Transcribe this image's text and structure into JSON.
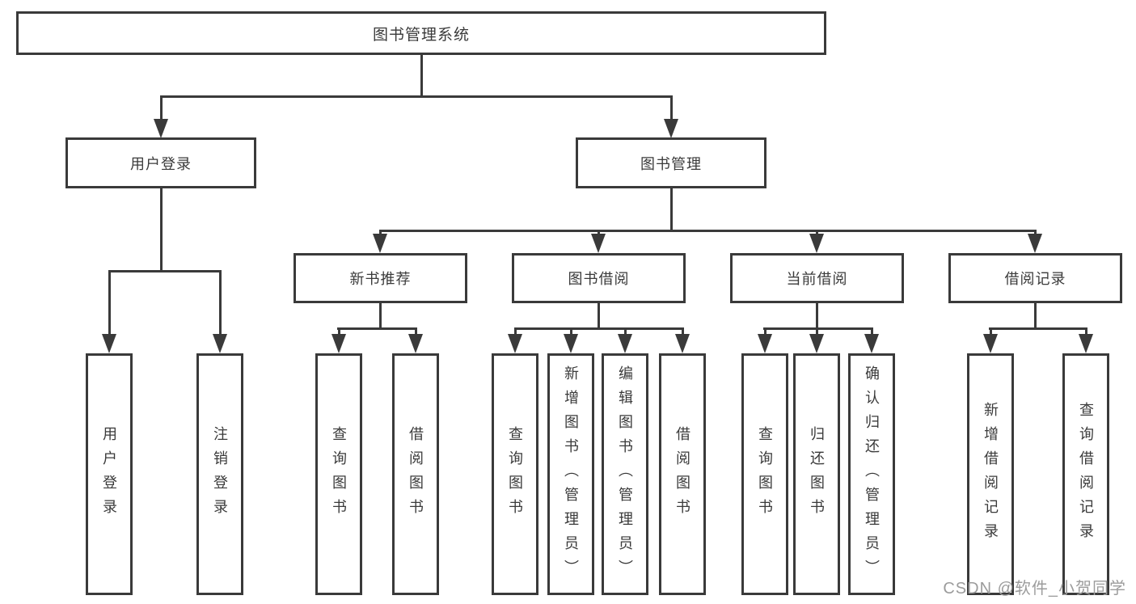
{
  "diagram": {
    "title_node": {
      "label": "图书管理系统"
    },
    "branches": [
      {
        "label": "用户登录",
        "leaves": [
          {
            "label": "用户登录"
          },
          {
            "label": "注销登录"
          }
        ]
      },
      {
        "label": "图书管理",
        "sections": [
          {
            "label": "新书推荐",
            "leaves": [
              {
                "label": "查询图书"
              },
              {
                "label": "借阅图书"
              }
            ]
          },
          {
            "label": "图书借阅",
            "leaves": [
              {
                "label": "查询图书"
              },
              {
                "label": "新增图书（管理员）"
              },
              {
                "label": "编辑图书（管理员）"
              },
              {
                "label": "借阅图书"
              }
            ]
          },
          {
            "label": "当前借阅",
            "leaves": [
              {
                "label": "查询图书"
              },
              {
                "label": "归还图书"
              },
              {
                "label": "确认归还（管理员）"
              }
            ]
          },
          {
            "label": "借阅记录",
            "leaves": [
              {
                "label": "新增借阅记录"
              },
              {
                "label": "查询借阅记录"
              }
            ]
          }
        ]
      }
    ],
    "colors": {
      "line": "#3a3a3a",
      "text": "#3a3a3a",
      "node_fill": "#ffffff",
      "background": "#ffffff"
    }
  },
  "watermark": {
    "text": "CSDN @软件_小贺同学",
    "color": "#9c9c9c"
  }
}
